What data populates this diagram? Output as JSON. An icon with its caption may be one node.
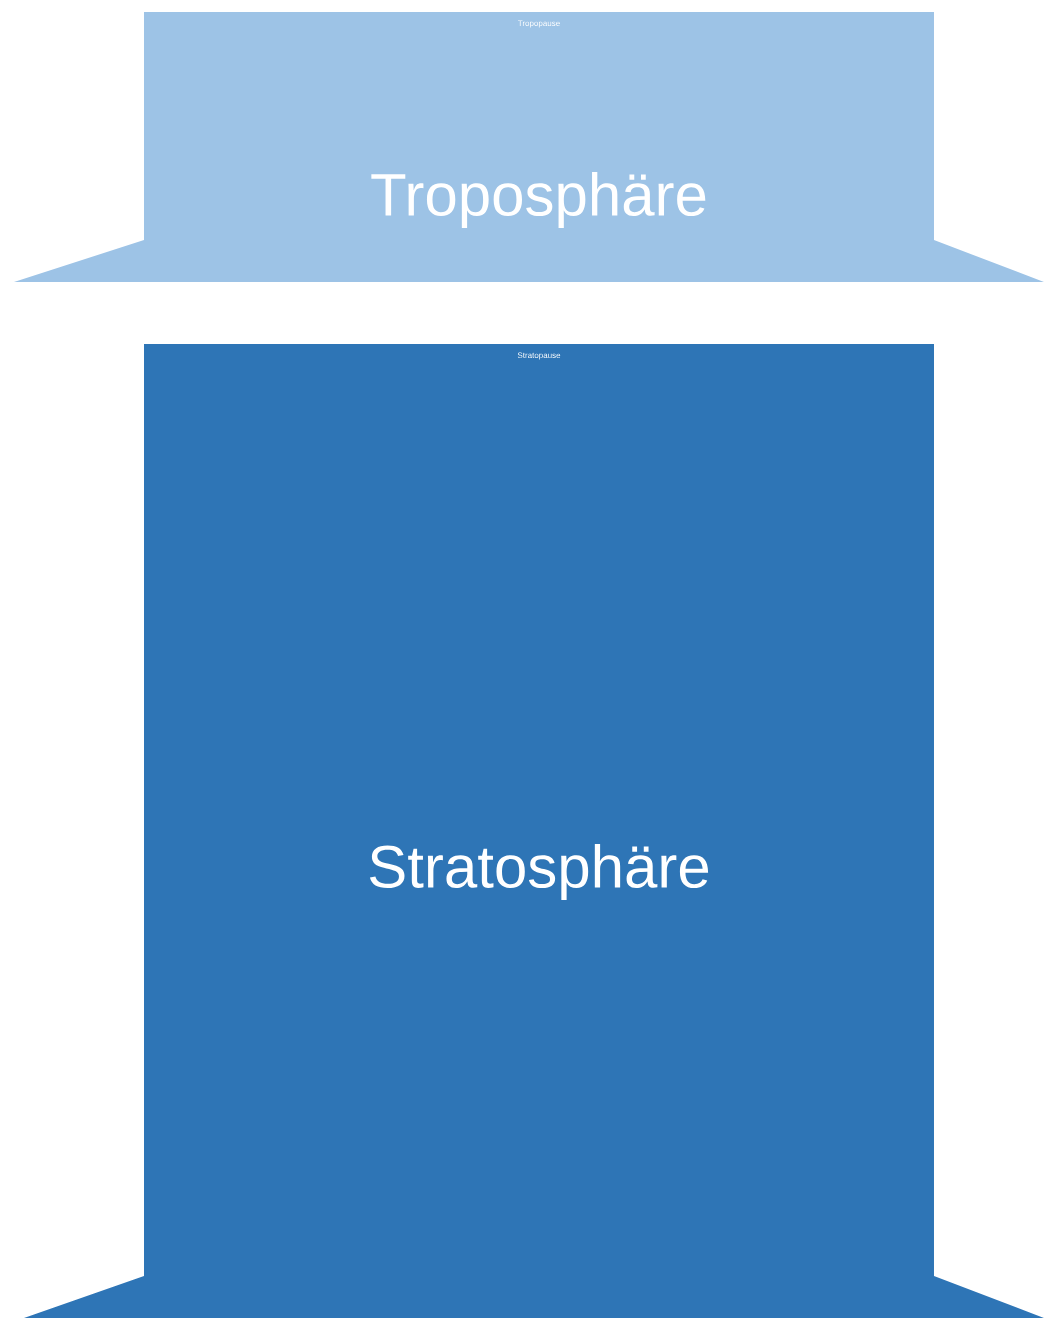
{
  "diagram": {
    "nodes": [
      {
        "text": [
          "Tropopause",
          "Troposphäre"
        ]
      },
      {
        "text": [
          "Stratopause",
          "Stratosphäre"
        ]
      }
    ]
  }
}
